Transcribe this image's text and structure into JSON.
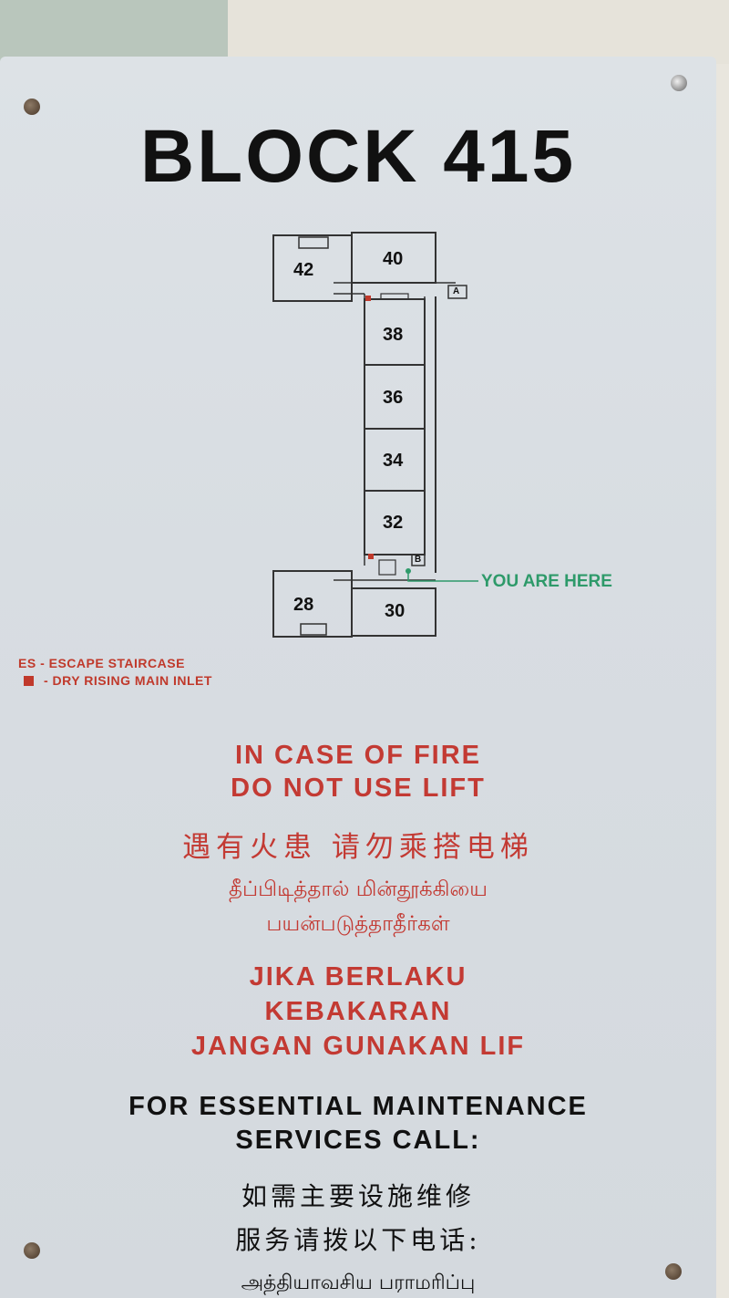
{
  "sign": {
    "title": "BLOCK 415",
    "units": [
      "42",
      "40",
      "38",
      "36",
      "34",
      "32",
      "28",
      "30"
    ],
    "lift_labels": [
      "A",
      "B"
    ],
    "you_are_here": "YOU ARE HERE",
    "legend": {
      "escape": "ES - ESCAPE STAIRCASE",
      "inlet": "- DRY RISING MAIN INLET"
    },
    "fire_en": [
      "IN CASE OF FIRE",
      "DO NOT USE LIFT"
    ],
    "fire_cn": "遇有火患 请勿乘搭电梯",
    "fire_ta": [
      "தீப்பிடித்தால் மின்தூக்கியை",
      "பயன்படுத்தாதீர்கள்"
    ],
    "fire_ms": [
      "JIKA BERLAKU",
      "KEBAKARAN",
      "JANGAN GUNAKAN LIF"
    ],
    "maint_en": [
      "FOR ESSENTIAL MAINTENANCE",
      "SERVICES CALL:"
    ],
    "maint_cn": [
      "如需主要设施维修",
      "服务请拨以下电话:"
    ],
    "maint_ta": "அத்தியாவசிய பராமரிப்பு",
    "colors": {
      "warning_red": "#c33a33",
      "you_are_here_green": "#2e9a6a",
      "text_black": "#111111"
    }
  }
}
